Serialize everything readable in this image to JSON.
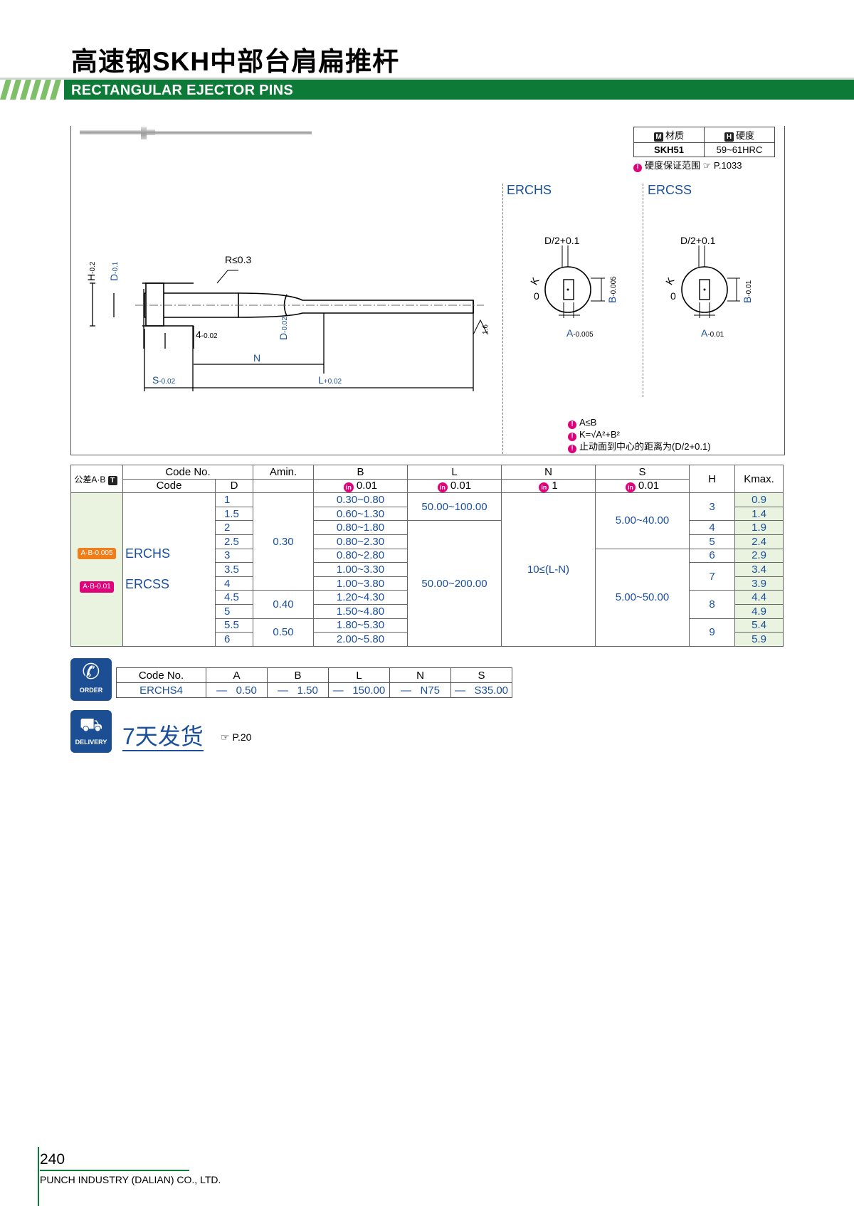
{
  "title": "高速钢SKH中部台肩扁推杆",
  "subtitle": "RECTANGULAR EJECTOR PINS",
  "material": {
    "m_badge": "M",
    "m_label": "材质",
    "h_badge": "H",
    "h_label": "硬度",
    "material_value": "SKH51",
    "hardness_value": "59~61HRC",
    "note": "硬度保证范围",
    "note_ref": "P.1033"
  },
  "drawing": {
    "r_label": "R≤0.3",
    "h_label": "H",
    "d_label": "D",
    "d2_label": "D",
    "four_label": "4",
    "n_label": "N",
    "s_label": "S",
    "l_label": "L",
    "tol_0": "0",
    "tol_m02": "-0.2",
    "tol_m01": "-0.1",
    "tol_m002": "-0.02",
    "tol_p002": "+0.02",
    "rough": "1.6",
    "erchs": {
      "name": "ERCHS",
      "d2": "D/2+0.1",
      "k": "K",
      "zero": "0",
      "a": "A",
      "b": "B",
      "tol": "-0.005"
    },
    "ercss": {
      "name": "ERCSS",
      "d2": "D/2+0.1",
      "k": "K",
      "zero": "0",
      "a": "A",
      "b": "B",
      "tol": "-0.01"
    },
    "notes": [
      "A≤B",
      "K=√A²+B²",
      "止动面到中心的距离为(D/2+0.1)"
    ]
  },
  "spec": {
    "tolerance_label": "公差A·B",
    "tolerance_badge": "T",
    "headers": {
      "code_no": "Code No.",
      "code": "Code",
      "d": "D",
      "amin": "Amin.",
      "b": "B",
      "l": "L",
      "n": "N",
      "s": "S",
      "h": "H",
      "kmax": "Kmax.",
      "b_unit": "0.01",
      "l_unit": "0.01",
      "n_unit": "1",
      "s_unit": "0.01",
      "unit_badge": "in"
    },
    "tag1": "A·B-0.005",
    "tag2": "A·B-0.01",
    "code1": "ERCHS",
    "code2": "ERCSS",
    "rows": [
      {
        "d": "1",
        "b": "0.30~0.80",
        "k": "0.9"
      },
      {
        "d": "1.5",
        "b": "0.60~1.30",
        "k": "1.4"
      },
      {
        "d": "2",
        "b": "0.80~1.80",
        "k": "1.9"
      },
      {
        "d": "2.5",
        "b": "0.80~2.30",
        "k": "2.4"
      },
      {
        "d": "3",
        "b": "0.80~2.80",
        "k": "2.9"
      },
      {
        "d": "3.5",
        "b": "1.00~3.30",
        "k": "3.4"
      },
      {
        "d": "4",
        "b": "1.00~3.80",
        "k": "3.9"
      },
      {
        "d": "4.5",
        "b": "1.20~4.30",
        "k": "4.4"
      },
      {
        "d": "5",
        "b": "1.50~4.80",
        "k": "4.9"
      },
      {
        "d": "5.5",
        "b": "1.80~5.30",
        "k": "5.4"
      },
      {
        "d": "6",
        "b": "2.00~5.80",
        "k": "5.9"
      }
    ],
    "amin": [
      "0.30",
      "0.40",
      "0.50"
    ],
    "l": [
      "50.00~100.00",
      "50.00~200.00"
    ],
    "n": "10≤(L-N)",
    "s": [
      "5.00~40.00",
      "5.00~50.00"
    ],
    "h": [
      "3",
      "4",
      "5",
      "6",
      "7",
      "8",
      "9"
    ]
  },
  "order": {
    "icon_label": "ORDER",
    "headers": [
      "Code No.",
      "A",
      "B",
      "L",
      "N",
      "S"
    ],
    "values": [
      "ERCHS4",
      "0.50",
      "1.50",
      "150.00",
      "N75",
      "S35.00"
    ],
    "dash": "—"
  },
  "delivery": {
    "icon_label": "DELIVERY",
    "text": "7天发货",
    "ref": "P.20"
  },
  "footer": {
    "page": "240",
    "company": "PUNCH INDUSTRY (DALIAN) CO., LTD."
  },
  "colors": {
    "green": "#0e7a37",
    "blue": "#1a4f9c",
    "magenta": "#e0007a"
  }
}
